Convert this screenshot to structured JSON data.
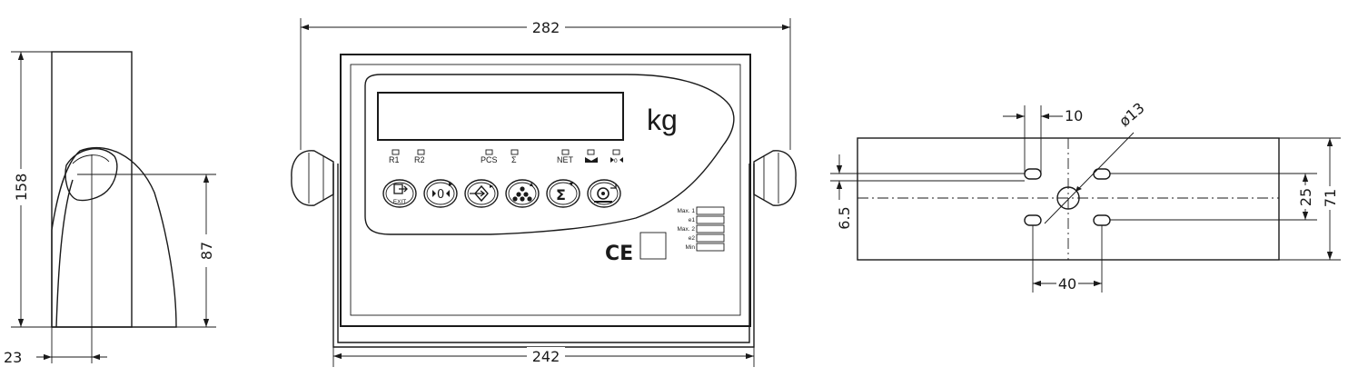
{
  "side_view": {
    "dim_height": "158",
    "dim_pivot": "87",
    "dim_depth": "23"
  },
  "front_view": {
    "dim_overall_width": "282",
    "dim_bracket_width": "242",
    "unit": "kg",
    "indicators": [
      "R1",
      "R2",
      "PCS",
      "Σ",
      "NET",
      "",
      ""
    ],
    "key_labels": {
      "exit": "EXIT"
    },
    "spec_labels": [
      "Max. 1",
      "e1",
      "Max. 2",
      "e2",
      "Min"
    ],
    "mark": "CE"
  },
  "bottom_view": {
    "dim_slot_width": "10",
    "dim_hole_diameter": "ø13",
    "dim_slot_offset": "6.5",
    "dim_slot_pitch_y": "25",
    "dim_height": "71",
    "dim_slot_pitch_x": "40"
  }
}
